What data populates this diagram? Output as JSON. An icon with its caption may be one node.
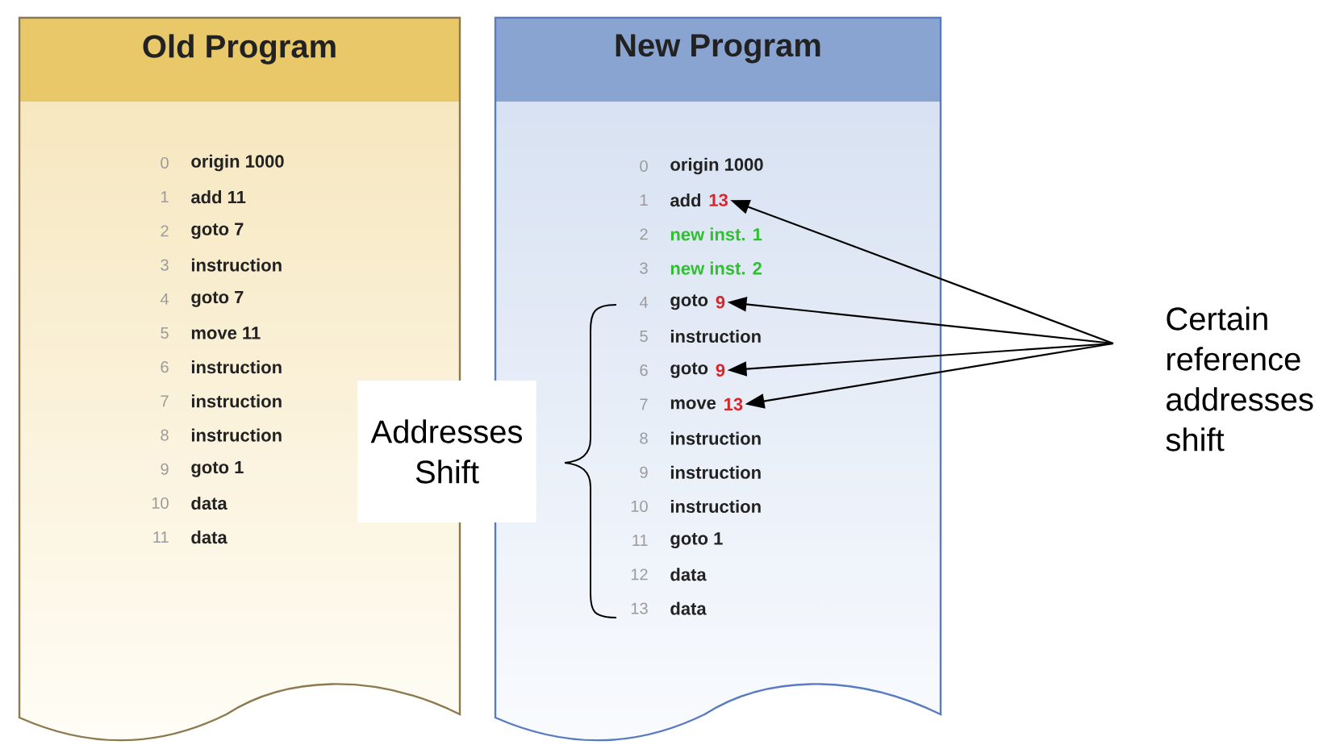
{
  "diagram": {
    "nodes": [
      {
        "text": [
          "Old Program"
        ]
      },
      {
        "text": [
          "New Program"
        ]
      },
      {
        "text": [
          "Addresses Shift"
        ]
      },
      {
        "text": [
          "Certain reference addresses shift"
        ]
      },
      {
        "text": [
          "13"
        ],
        "in": 1
      },
      {
        "text": [
          "9"
        ],
        "in": 1
      },
      {
        "text": [
          "9"
        ],
        "in": 1
      },
      {
        "text": [
          "13"
        ],
        "in": 1
      }
    ],
    "edges": [
      {
        "from": 3,
        "to": 4,
        "arrow": "to"
      },
      {
        "from": 3,
        "to": 5,
        "arrow": "to"
      },
      {
        "from": 3,
        "to": 6,
        "arrow": "to"
      },
      {
        "from": 3,
        "to": 7,
        "arrow": "to"
      }
    ],
    "labels": [
      "0",
      "origin 1000",
      "1",
      "add 11",
      "2",
      "goto 7",
      "3",
      "instruction",
      "4",
      "goto 7",
      "5",
      "move 11",
      "6",
      "instruction",
      "7",
      "instruction",
      "8",
      "instruction",
      "9",
      "goto 1",
      "10",
      "data",
      "11",
      "data",
      "0",
      "origin 1000",
      "1",
      "add",
      "2",
      "new inst. 1",
      "3",
      "new inst. 2",
      "4",
      "goto",
      "5",
      "instruction",
      "6",
      "goto",
      "7",
      "move",
      "8",
      "instruction",
      "9",
      "instruction",
      "10",
      "instruction",
      "11",
      "goto 1",
      "12",
      "data",
      "13",
      "data"
    ]
  }
}
